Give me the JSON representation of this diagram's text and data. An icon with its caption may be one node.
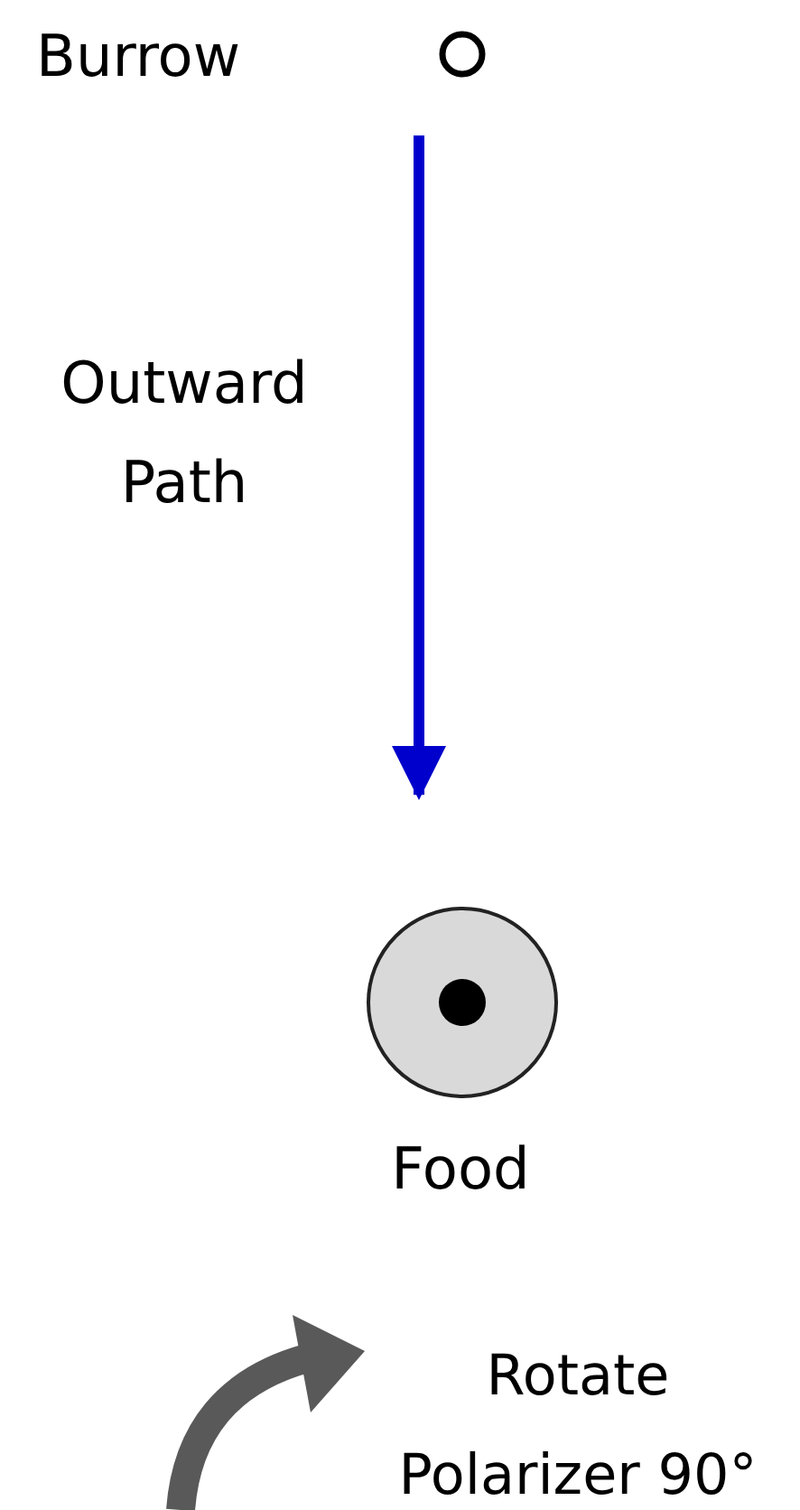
{
  "diagram": {
    "nodes": [
      {
        "text": [],
        "shape": "circle",
        "beside": [
          "Burrow"
        ]
      },
      {
        "text": [],
        "shape": "circle",
        "beside": [
          "Food"
        ]
      }
    ],
    "edges": [
      {
        "from": 0,
        "to": 1,
        "arrow": "to",
        "label": "Outward Path",
        "color": "#0000cc"
      }
    ],
    "labels": [
      "Rotate Polarizer 90°"
    ]
  }
}
